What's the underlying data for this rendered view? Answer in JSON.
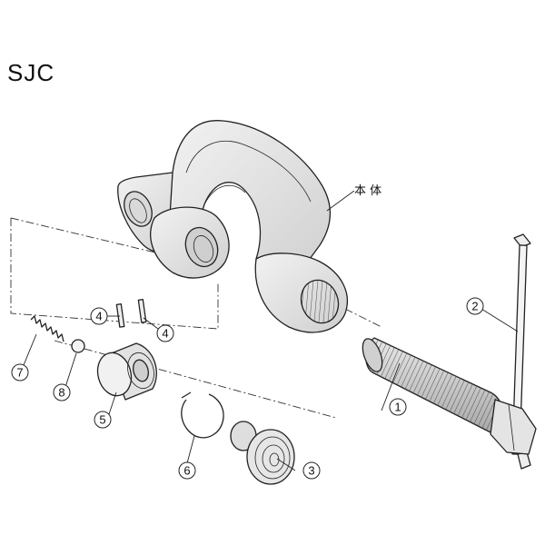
{
  "title": "SJC",
  "body_label": "本 体",
  "callouts": [
    {
      "id": "part-1",
      "number": "1"
    },
    {
      "id": "part-2",
      "number": "2"
    },
    {
      "id": "part-3",
      "number": "3"
    },
    {
      "id": "part-4a",
      "number": "4"
    },
    {
      "id": "part-4b",
      "number": "4"
    },
    {
      "id": "part-5",
      "number": "5"
    },
    {
      "id": "part-6",
      "number": "6"
    },
    {
      "id": "part-7",
      "number": "7"
    },
    {
      "id": "part-8",
      "number": "8"
    }
  ]
}
